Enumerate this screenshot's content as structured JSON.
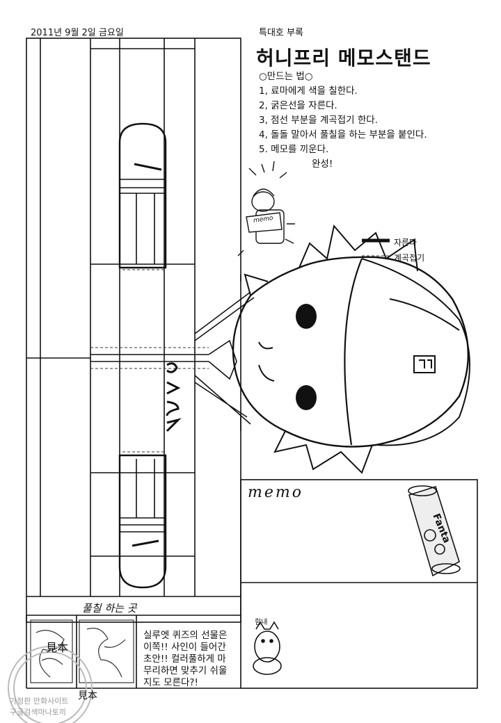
{
  "header": {
    "date": "2011년 9월 2일 금요일",
    "supplement": "특대호 부록"
  },
  "title": "허니프리 메모스탠드",
  "instructions": {
    "heading": "○만드는 법○",
    "steps": [
      "1, 료마에게 색을 칠한다.",
      "2, 굵은선을 자른다.",
      "3, 점선 부분을 계곡접기 한다.",
      "4, 돌돌 말아서 풀칠을 하는 부분을 붙인다.",
      "5. 메모를 끼운다."
    ],
    "done": "완성!"
  },
  "legend": {
    "cut": "자른다",
    "fold": "계곡접기"
  },
  "mini_memo": "memo",
  "memo_label": "memo",
  "glue_label": "풀칠 하는 곳",
  "note_text": [
    "실루엣 퀴즈의 선물은",
    "이쪽!! 사인이 들어간",
    "초안!! 컬러풀하게 마",
    "무리하면 맞추기 쉬울",
    "지도 모른다?!"
  ],
  "can_label": "Fanta",
  "cat_text": "힘내",
  "stamp_text": "見本",
  "watermark": [
    "가정판 만화사이트",
    "구글검색마나토끼"
  ]
}
